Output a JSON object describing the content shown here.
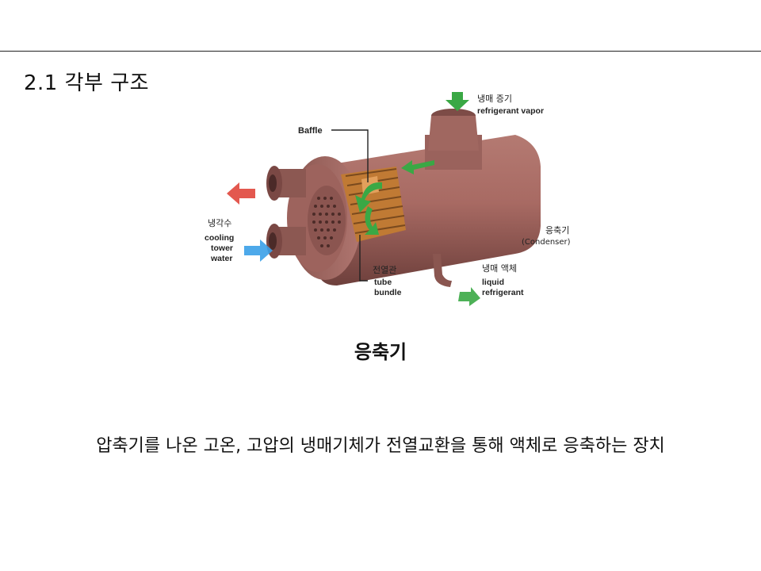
{
  "slide": {
    "title": "2.1 각부 구조",
    "caption": "응축기",
    "description": "압축기를 나온 고온, 고압의 냉매기체가 전열교환을 통해 액체로 응축하는 장치"
  },
  "diagram": {
    "labels": {
      "vapor_ko": "냉매 증기",
      "vapor_en": "refrigerant vapor",
      "baffle": "Baffle",
      "coolant_ko": "냉각수",
      "coolant_en_1": "cooling",
      "coolant_en_2": "tower",
      "coolant_en_3": "water",
      "condenser_ko": "응축기",
      "condenser_en": "(Condenser)",
      "tube_ko": "전열관",
      "tube_en_1": "tube",
      "tube_en_2": "bundle",
      "liquid_ko": "냉매 액체",
      "liquid_en_1": "liquid",
      "liquid_en_2": "refrigerant"
    },
    "colors": {
      "shell": "#a86a63",
      "shell_dark": "#7a4a46",
      "arrow_green": "#3aa845",
      "arrow_red": "#e0463c",
      "arrow_blue": "#3aa0e8",
      "tubes": "#c07a34"
    }
  }
}
